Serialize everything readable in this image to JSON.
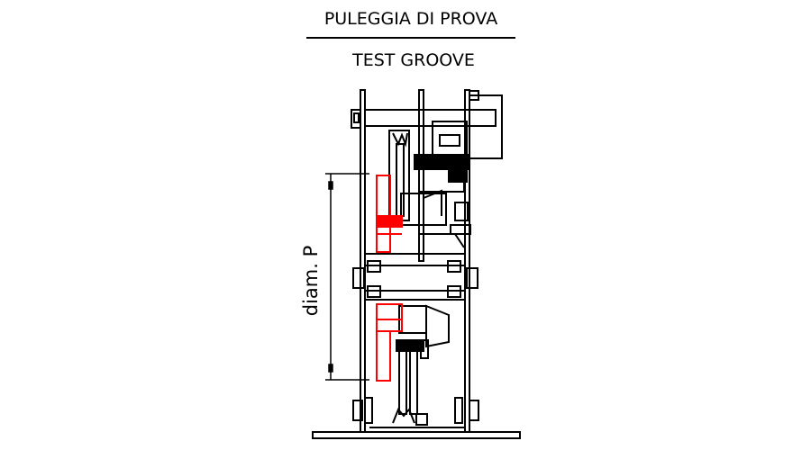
{
  "drawing": {
    "title": "PULEGGIA DI PROVA",
    "subtitle": "TEST GROOVE",
    "dimension_label": "diam.  P",
    "colors": {
      "lines": "#000000",
      "groove_highlight": "#ff0000"
    }
  }
}
